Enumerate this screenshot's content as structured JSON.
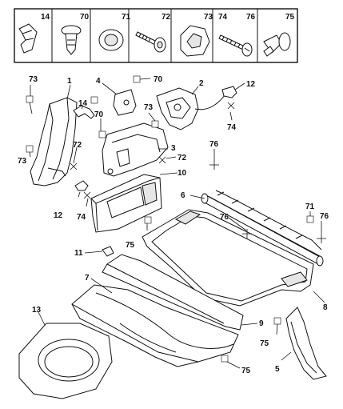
{
  "legend": {
    "items": [
      {
        "code": "14",
        "icon": "clip-bracket-icon"
      },
      {
        "code": "70",
        "icon": "push-rivet-icon"
      },
      {
        "code": "71",
        "icon": "grommet-icon"
      },
      {
        "code": "72",
        "icon": "screw-with-washer-icon"
      },
      {
        "code": "73",
        "icon": "edge-clip-icon"
      },
      {
        "code": "74",
        "icon": "self-tapping-screw-icon"
      },
      {
        "code": "76",
        "icon": "hex-bolt-icon"
      },
      {
        "code": "75",
        "icon": "plastic-rivet-icon"
      }
    ]
  },
  "callouts": {
    "c1": "1",
    "c2": "2",
    "c3": "3",
    "c4": "4",
    "c5": "5",
    "c6": "6",
    "c7": "7",
    "c8": "8",
    "c9": "9",
    "c10": "10",
    "c11": "11",
    "c12a": "12",
    "c12b": "12",
    "c13": "13",
    "c14": "14",
    "c70a": "70",
    "c70b": "70",
    "c71": "71",
    "c72a": "72",
    "c72b": "72",
    "c73a": "73",
    "c73b": "73",
    "c73c": "73",
    "c74a": "74",
    "c74b": "74",
    "c75a": "75",
    "c75b": "75",
    "c75c": "75",
    "c76a": "76",
    "c76b": "76",
    "c76c": "76"
  }
}
